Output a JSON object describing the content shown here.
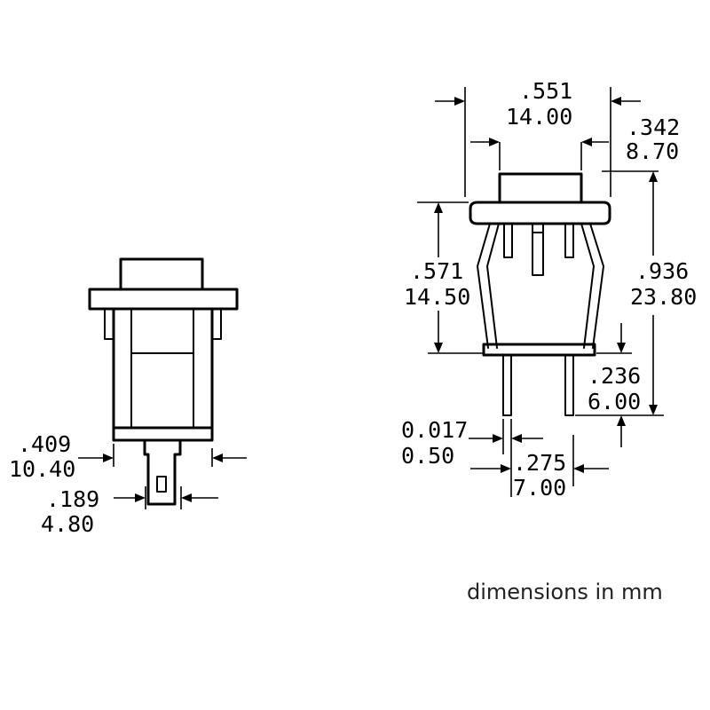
{
  "dimensions": {
    "left_body_width_in": ".409",
    "left_body_width_mm": "10.40",
    "left_terminal_width_in": ".189",
    "left_terminal_width_mm": "4.80",
    "cap_width_in": ".551",
    "cap_width_mm": "14.00",
    "flange_overhang_in": ".342",
    "flange_overhang_mm": "8.70",
    "body_height_in": ".571",
    "body_height_mm": "14.50",
    "overall_height_in": ".936",
    "overall_height_mm": "23.80",
    "pin_length_in": ".236",
    "pin_length_mm": "6.00",
    "pin_thickness_in": "0.017",
    "pin_thickness_mm": "0.50",
    "pin_spacing_in": ".275",
    "pin_spacing_mm": "7.00"
  },
  "note": "dimensions in mm"
}
